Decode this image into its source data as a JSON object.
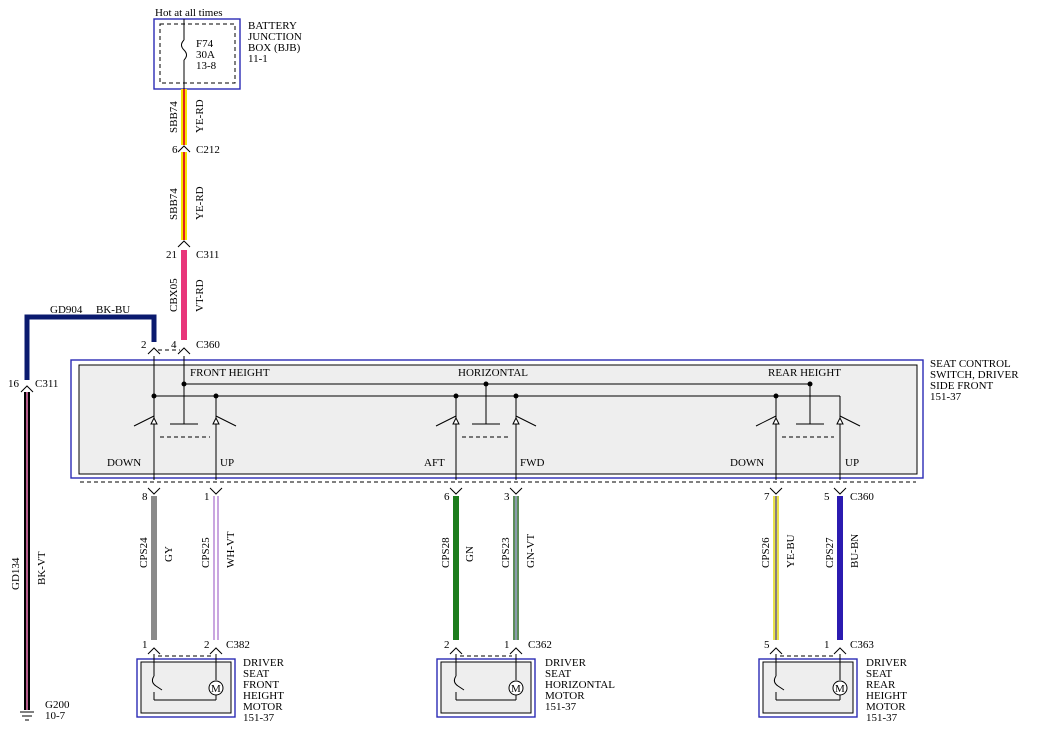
{
  "colors": {
    "box_border": "#2b2bb5",
    "box_fill": "#eeeeee",
    "yellow": "#f5e400",
    "red": "#e2231a",
    "violet_red": "#e8357a",
    "pink": "#f07ab8",
    "black": "#000000",
    "navy": "#0a1a6e",
    "gray": "#8a8a8a",
    "white_violet": "#c9a6e0",
    "green": "#1d7d1d",
    "green_violet": "#5d8e5a",
    "yellow_blue": "#e8e24a",
    "blue_brown": "#2b1bb0"
  },
  "top": {
    "hot_label": "Hot at all times",
    "fuse_id": "F74",
    "fuse_rating": "30A",
    "fuse_ref": "13-8",
    "bjb_line1": "BATTERY",
    "bjb_line2": "JUNCTION",
    "bjb_line3": "BOX (BJB)",
    "bjb_ref": "11-1"
  },
  "wires": {
    "w1_circuit": "SBB74",
    "w1_color": "YE-RD",
    "c212_pin": "6",
    "c212": "C212",
    "w2_circuit": "SBB74",
    "w2_color": "YE-RD",
    "c311_pin": "21",
    "c311": "C311",
    "w3_circuit": "CBX05",
    "w3_color": "VT-RD",
    "gd_circuit": "GD904",
    "gd_color": "BK-BU",
    "c360_pin_a": "2",
    "c360_pin_b": "4",
    "c360": "C360",
    "left_pin": "16",
    "left_conn": "C311",
    "gd134_circuit": "GD134",
    "gd134_color": "BK-VT",
    "ground_id": "G200",
    "ground_ref": "10-7"
  },
  "switch": {
    "label_front": "FRONT HEIGHT",
    "label_horizontal": "HORIZONTAL",
    "label_rear": "REAR HEIGHT",
    "title1": "SEAT CONTROL",
    "title2": "SWITCH, DRIVER",
    "title3": "SIDE FRONT",
    "title_ref": "151-37",
    "down1": "DOWN",
    "up1": "UP",
    "aft": "AFT",
    "fwd": "FWD",
    "down2": "DOWN",
    "up2": "UP"
  },
  "outputs": [
    {
      "pin": "8",
      "circuit": "CPS24",
      "color": "GY"
    },
    {
      "pin": "1",
      "circuit": "CPS25",
      "color": "WH-VT"
    },
    {
      "pin": "6",
      "circuit": "CPS28",
      "color": "GN"
    },
    {
      "pin": "3",
      "circuit": "CPS23",
      "color": "GN-VT"
    },
    {
      "pin": "7",
      "circuit": "CPS26",
      "color": "YE-BU"
    },
    {
      "pin": "5",
      "circuit": "CPS27",
      "color": "BU-BN"
    }
  ],
  "c360_bottom": "C360",
  "motors": [
    {
      "pin_a": "1",
      "pin_b": "2",
      "conn": "C382",
      "l1": "DRIVER",
      "l2": "SEAT",
      "l3": "FRONT",
      "l4": "HEIGHT",
      "l5": "MOTOR",
      "ref": "151-37"
    },
    {
      "pin_a": "2",
      "pin_b": "1",
      "conn": "C362",
      "l1": "DRIVER",
      "l2": "SEAT",
      "l3": "HORIZONTAL",
      "l4": "MOTOR",
      "ref": "151-37"
    },
    {
      "pin_a": "5",
      "pin_b": "1",
      "conn": "C363",
      "l1": "DRIVER",
      "l2": "SEAT",
      "l3": "REAR",
      "l4": "HEIGHT",
      "l5": "MOTOR",
      "ref": "151-37"
    }
  ]
}
